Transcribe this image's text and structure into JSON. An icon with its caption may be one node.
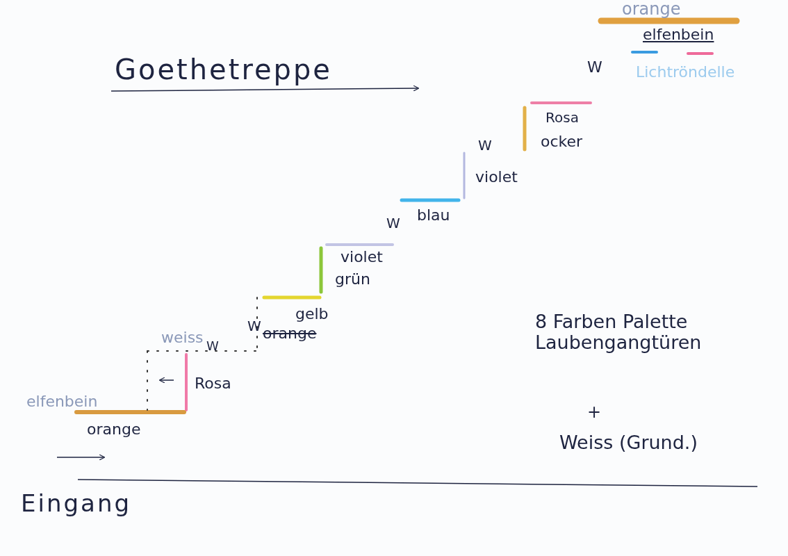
{
  "diagram": {
    "title": "Goethetreppe",
    "labels": [
      "orange",
      "elfenbein",
      "W",
      "Lichtröndelle",
      "Rosa",
      "W",
      "ocker",
      "violet",
      "W",
      "blau",
      "violet",
      "grün",
      "gelb",
      "W",
      "weiss",
      "orange",
      "W",
      "Rosa",
      "elfenbein",
      "orange",
      "8 Farben Palette Laubengangtüren",
      "+",
      "Weiss (Grund.)",
      "Eingang"
    ]
  }
}
